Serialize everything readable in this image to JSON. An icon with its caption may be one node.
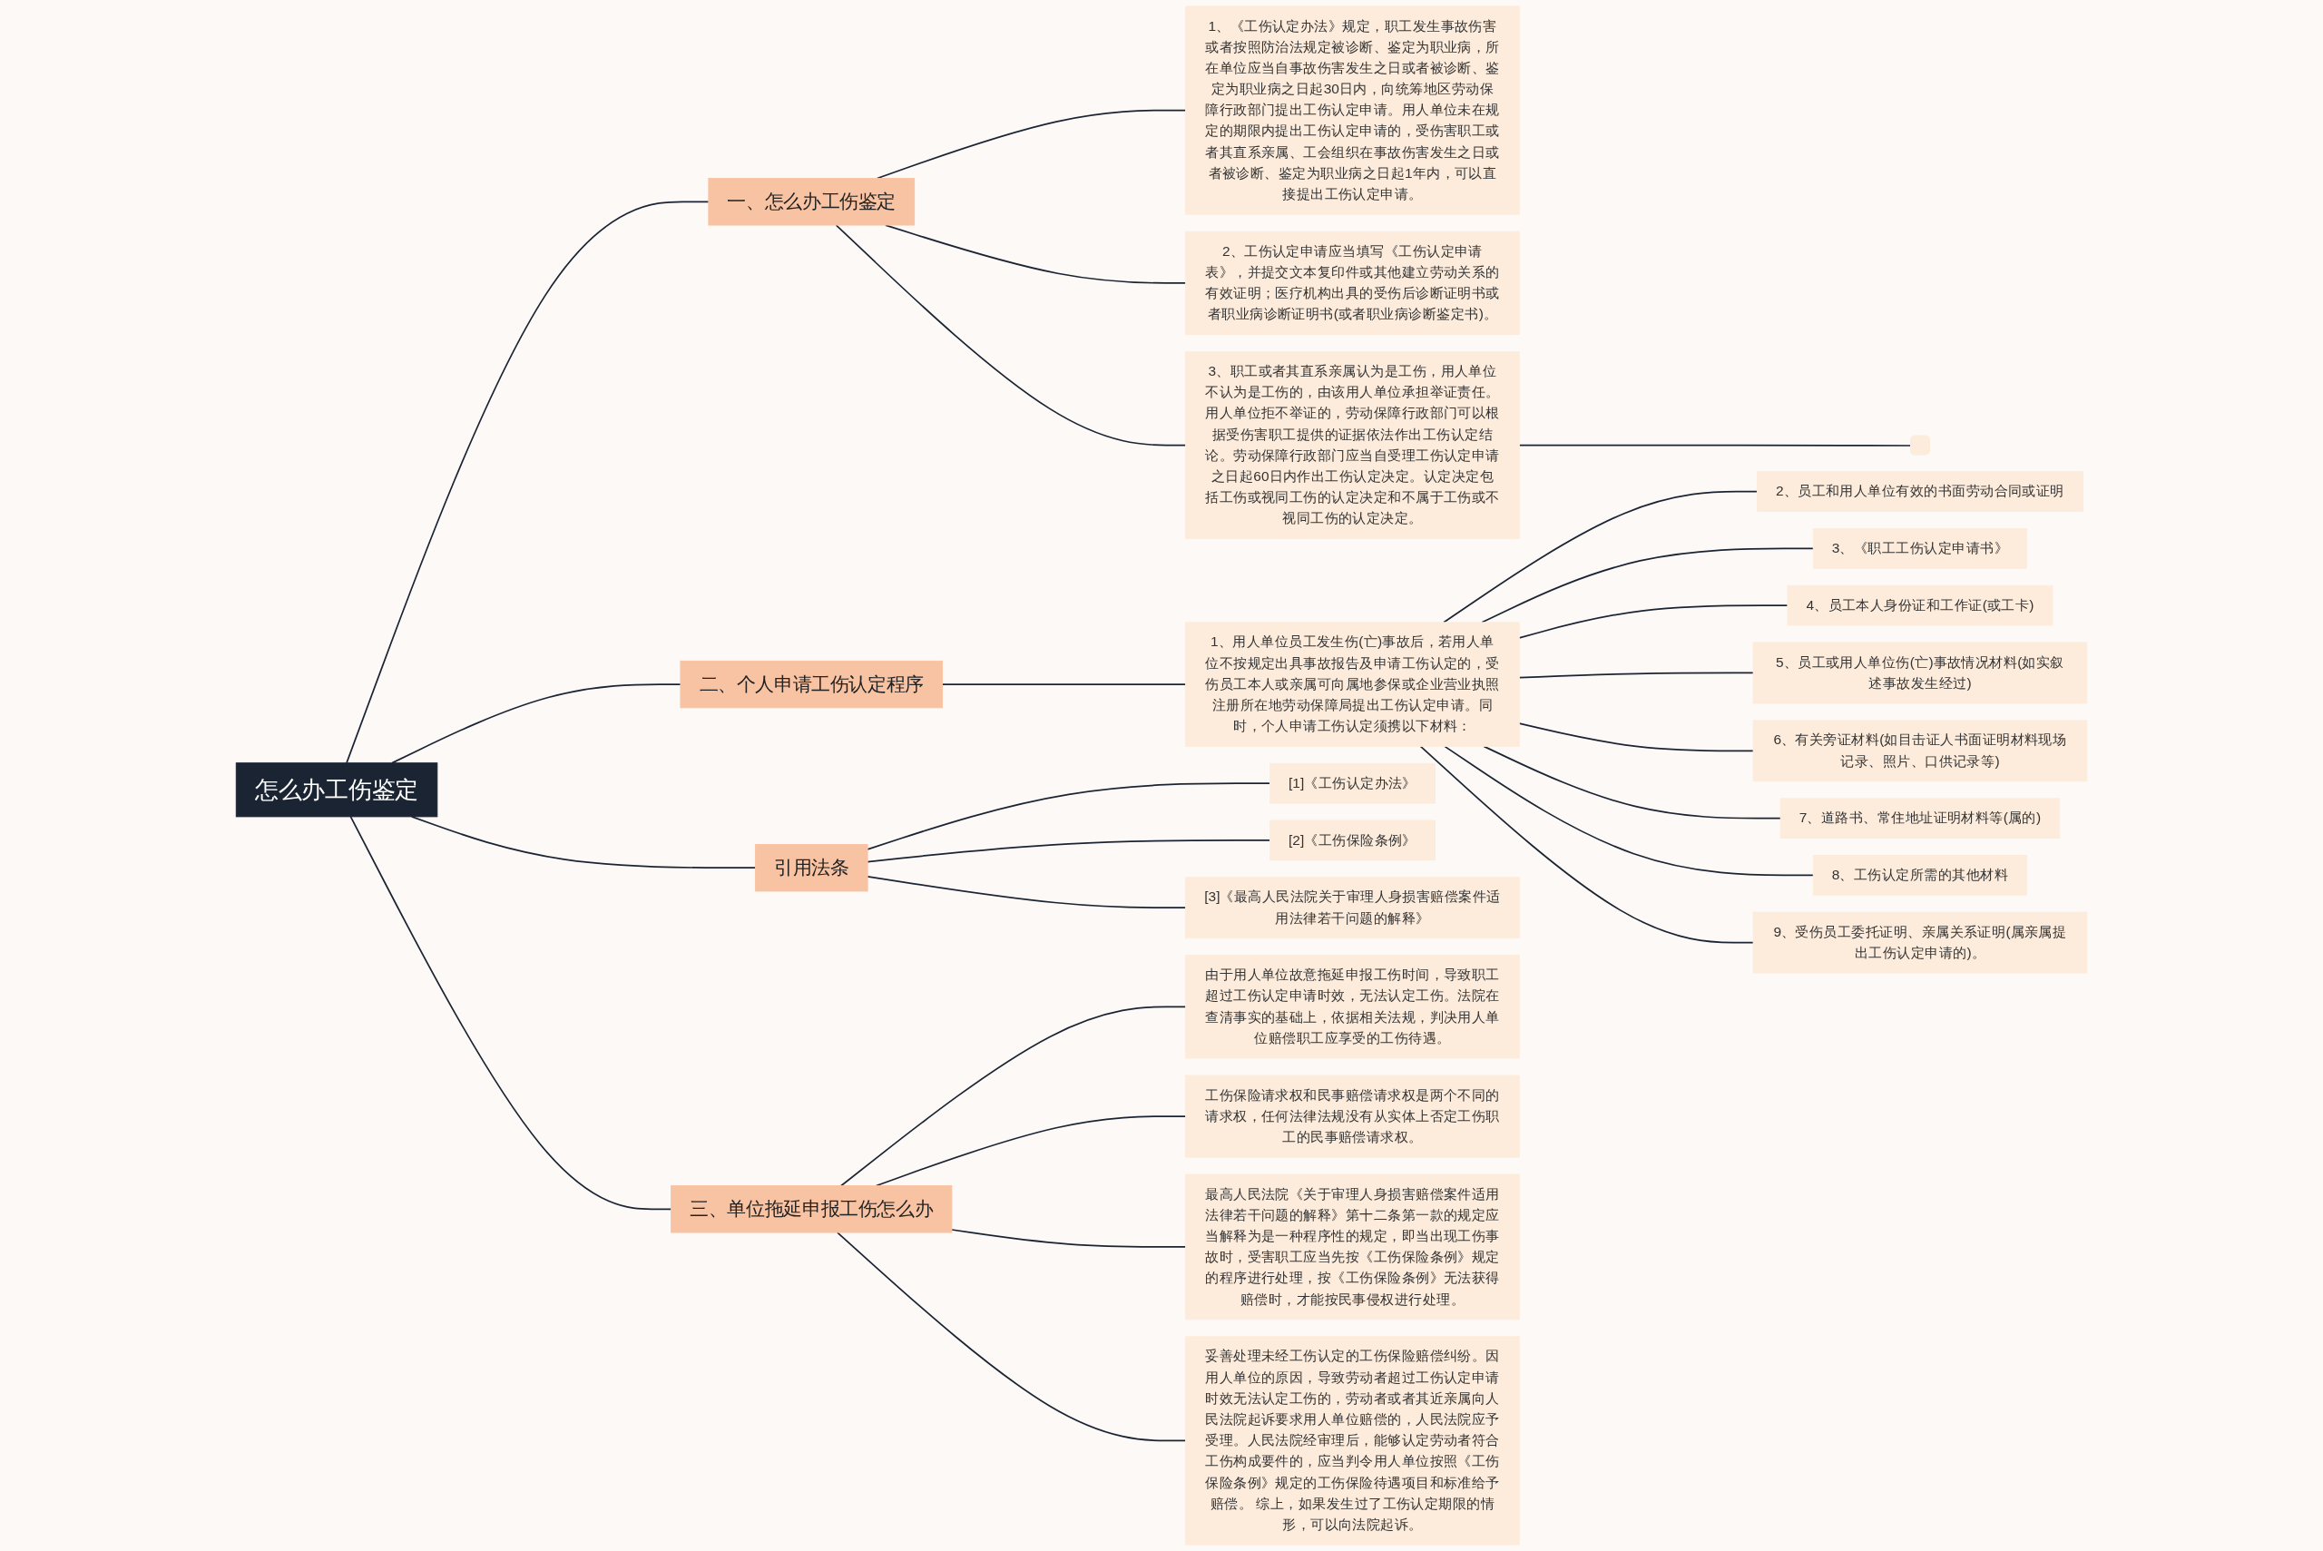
{
  "diagram": {
    "nodes": [
      {
        "text": [
          "怎么办工伤鉴定"
        ]
      },
      {
        "text": [
          "一、怎么办工伤鉴定"
        ]
      },
      {
        "text": [
          "1、《工伤认定办法》规定，职工发生事故伤害或者按照防治法规定被诊断、鉴定为职业病，所在单位应当自事故伤害发生之日或者被诊断、鉴定为职业病之日起30日内，向统筹地区劳动保障行政部门提出工伤认定申请。用人单位未在规定的期限内提出工伤认定申请的，受伤害职工或者其直系亲属、工会组织在事故伤害发生之日或者被诊断、鉴定为职业病之日起1年内，可以直接提出工伤认定申请。"
        ]
      },
      {
        "text": [
          "2、工伤认定申请应当填写《工伤认定申请表》，并提交文本复印件或其他建立劳动关系的有效证明；医疗机构出具的受伤后诊断证明书或者职业病诊断证明书(或者职业病诊断鉴定书)。"
        ]
      },
      {
        "text": [
          "3、职工或者其直系亲属认为是工伤，用人单位不认为是工伤的，由该用人单位承担举证责任。用人单位拒不举证的，劳动保障行政部门可以根据受伤害职工提供的证据依法作出工伤认定结论。劳动保障行政部门应当自受理工伤认定申请之日起60日内作出工伤认定决定。认定决定包括工伤或视同工伤的认定决定和不属于工伤或不视同工伤的认定决定。"
        ]
      },
      {
        "text": [],
        "shape": "box"
      },
      {
        "text": [
          "二、个人申请工伤认定程序"
        ]
      },
      {
        "text": [
          "1、用人单位员工发生伤(亡)事故后，若用人单位不按规定出具事故报告及申请工伤认定的，受伤员工本人或亲属可向属地参保或企业营业执照注册所在地劳动保障局提出工伤认定申请。同时，个人申请工伤认定须携以下材料："
        ]
      },
      {
        "text": [
          "2、员工和用人单位有效的书面劳动合同或证明"
        ]
      },
      {
        "text": [
          "3、《职工工伤认定申请书》"
        ]
      },
      {
        "text": [
          "4、员工本人身份证和工作证(或工卡)"
        ]
      },
      {
        "text": [
          "5、员工或用人单位伤(亡)事故情况材料(如实叙述事故发生经过)"
        ]
      },
      {
        "text": [
          "6、有关旁证材料(如目击证人书面证明材料现场记录、照片、口供记录等)"
        ]
      },
      {
        "text": [
          "7、道路书、常住地址证明材料等(属的)"
        ]
      },
      {
        "text": [
          "8、工伤认定所需的其他材料"
        ]
      },
      {
        "text": [
          "9、受伤员工委托证明、亲属关系证明(属亲属提出工伤认定申请的)。"
        ]
      },
      {
        "text": [
          "引用法条"
        ]
      },
      {
        "text": [
          "[1]《工伤认定办法》"
        ]
      },
      {
        "text": [
          "[2]《工伤保险条例》"
        ]
      },
      {
        "text": [
          "[3]《最高人民法院关于审理人身损害赔偿案件适用法律若干问题的解释》"
        ]
      },
      {
        "text": [
          "三、单位拖延申报工伤怎么办"
        ]
      },
      {
        "text": [
          "由于用人单位故意拖延申报工伤时间，导致职工超过工伤认定申请时效，无法认定工伤。法院在查清事实的基础上，依据相关法规，判决用人单位赔偿职工应享受的工伤待遇。"
        ]
      },
      {
        "text": [
          "工伤保险请求权和民事赔偿请求权是两个不同的请求权，任何法律法规没有从实体上否定工伤职工的民事赔偿请求权。"
        ]
      },
      {
        "text": [
          "最高人民法院《关于审理人身损害赔偿案件适用法律若干问题的解释》第十二条第一款的规定应当解释为是一种程序性的规定，即当出现工伤事故时，受害职工应当先按《工伤保险条例》规定的程序进行处理，按《工伤保险条例》无法获得赔偿时，才能按民事侵权进行处理。"
        ]
      },
      {
        "text": [
          "妥善处理未经工伤认定的工伤保险赔偿纠纷。因用人单位的原因，导致劳动者超过工伤认定申请时效无法认定工伤的，劳动者或者其近亲属向人民法院起诉要求用人单位赔偿的，人民法院应予受理。人民法院经审理后，能够认定劳动者符合工伤构成要件的，应当判令用人单位按照《工伤保险条例》规定的工伤保险待遇项目和标准给予赔偿。 综上，如果发生过了工伤认定期限的情形，可以向法院起诉。"
        ]
      }
    ],
    "edges": [
      {
        "from": 0,
        "to": 1,
        "arrow": "none"
      },
      {
        "from": 1,
        "to": 2,
        "arrow": "none"
      },
      {
        "from": 1,
        "to": 3,
        "arrow": "none"
      },
      {
        "from": 1,
        "to": 4,
        "arrow": "none"
      },
      {
        "from": 4,
        "to": 5,
        "arrow": "none"
      },
      {
        "from": 0,
        "to": 6,
        "arrow": "none"
      },
      {
        "from": 6,
        "to": 7,
        "arrow": "none"
      },
      {
        "from": 7,
        "to": 8,
        "arrow": "none"
      },
      {
        "from": 7,
        "to": 9,
        "arrow": "none"
      },
      {
        "from": 7,
        "to": 10,
        "arrow": "none"
      },
      {
        "from": 7,
        "to": 11,
        "arrow": "none"
      },
      {
        "from": 7,
        "to": 12,
        "arrow": "none"
      },
      {
        "from": 7,
        "to": 13,
        "arrow": "none"
      },
      {
        "from": 7,
        "to": 14,
        "arrow": "none"
      },
      {
        "from": 7,
        "to": 15,
        "arrow": "none"
      },
      {
        "from": 0,
        "to": 16,
        "arrow": "none"
      },
      {
        "from": 16,
        "to": 17,
        "arrow": "none"
      },
      {
        "from": 16,
        "to": 18,
        "arrow": "none"
      },
      {
        "from": 16,
        "to": 19,
        "arrow": "none"
      },
      {
        "from": 0,
        "to": 20,
        "arrow": "none"
      },
      {
        "from": 20,
        "to": 21,
        "arrow": "none"
      },
      {
        "from": 20,
        "to": 22,
        "arrow": "none"
      },
      {
        "from": 20,
        "to": 23,
        "arrow": "none"
      },
      {
        "from": 20,
        "to": 24,
        "arrow": "none"
      }
    ]
  }
}
